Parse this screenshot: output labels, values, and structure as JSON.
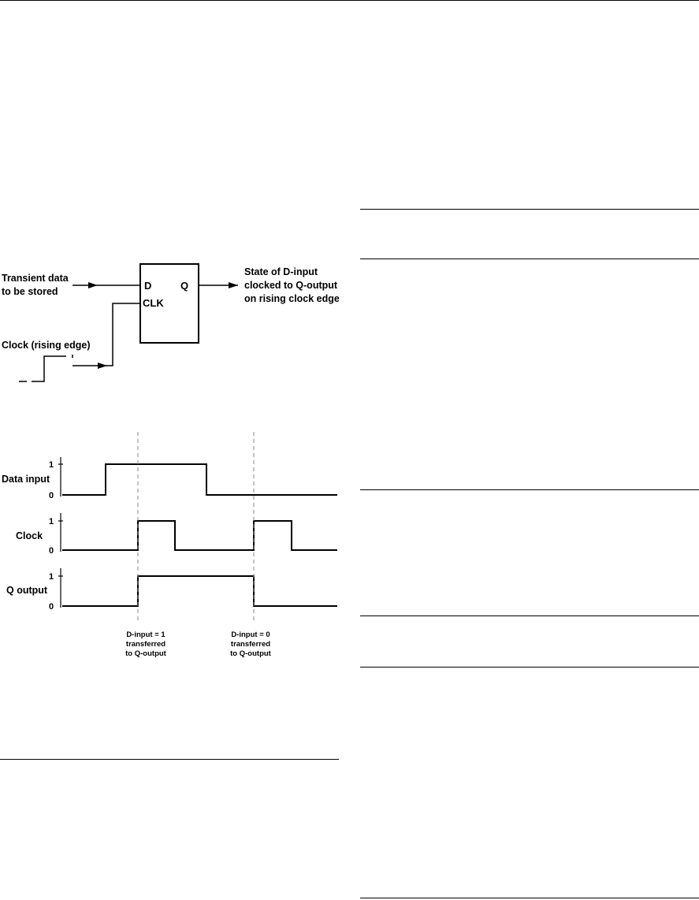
{
  "flipflop": {
    "pin_d": "D",
    "pin_q": "Q",
    "pin_clk": "CLK",
    "input_label": [
      "Transient data",
      "to be stored"
    ],
    "output_label": [
      "State of D-input",
      "clocked to Q-output",
      "on rising clock edge"
    ],
    "clock_label": "Clock (rising edge)"
  },
  "timing": {
    "traces": [
      {
        "name": "Data input",
        "high_label": "1",
        "low_label": "0",
        "high_intervals": [
          [
            1,
            4
          ]
        ]
      },
      {
        "name": "Clock",
        "high_label": "1",
        "low_label": "0",
        "high_intervals": [
          [
            2,
            3
          ],
          [
            5,
            6
          ]
        ]
      },
      {
        "name": "Q output",
        "high_label": "1",
        "low_label": "0",
        "high_intervals": [
          [
            2,
            5
          ]
        ]
      }
    ],
    "edges": [
      {
        "lines": [
          "D-input = 1",
          "transferred",
          "to Q-output"
        ]
      },
      {
        "lines": [
          "D-input = 0",
          "transferred",
          "to Q-output"
        ]
      }
    ]
  },
  "colors": {
    "ink": "#000000",
    "guide": "#888888"
  }
}
